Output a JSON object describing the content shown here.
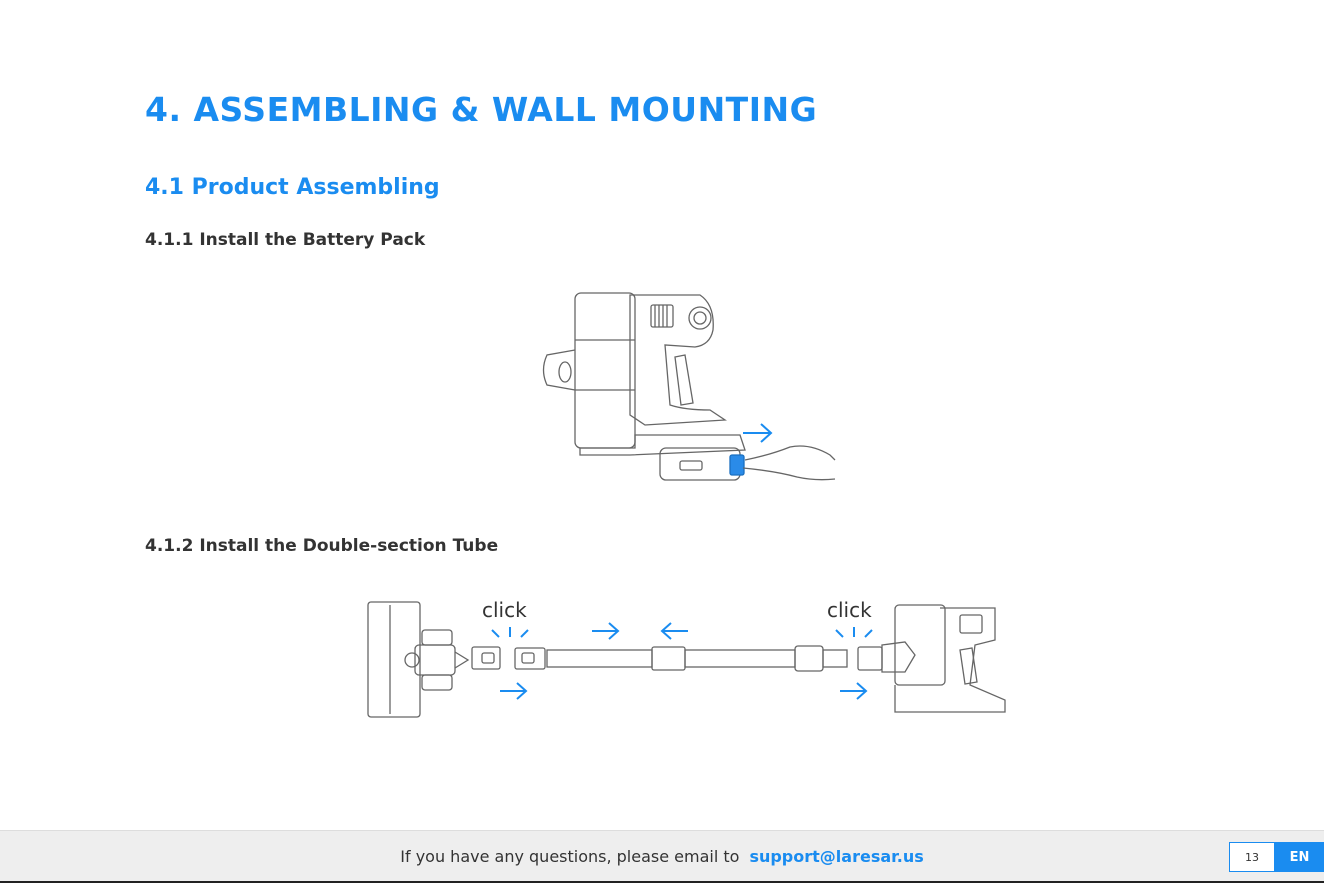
{
  "heading": "4. ASSEMBLING & WALL MOUNTING",
  "section": "4.1 Product Assembling",
  "subsections": {
    "battery": "4.1.1 Install the Battery Pack",
    "tube": "4.1.2 Install the Double-section Tube"
  },
  "figure_tube": {
    "click_left": "click",
    "click_right": "click"
  },
  "footer": {
    "text": "If you have any questions, please email to",
    "email": "support@laresar.us",
    "page_number": "13",
    "language": "EN"
  },
  "colors": {
    "accent": "#1a8cf0",
    "heading_text": "#333333",
    "footer_bg": "#eeeeee"
  }
}
